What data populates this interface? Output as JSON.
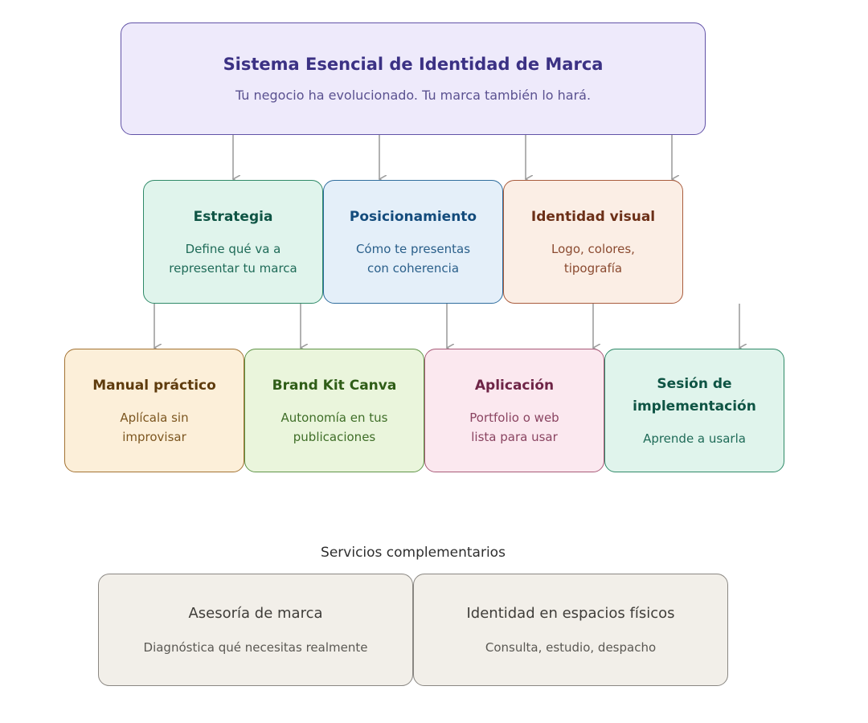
{
  "root": {
    "title": "Sistema Esencial de Identidad de Marca",
    "subtitle": "Tu negocio ha evolucionado. Tu marca también lo hará."
  },
  "pillars": {
    "estrategia": {
      "title": "Estrategia",
      "desc_1": "Define qué va a",
      "desc_2": "representar tu marca"
    },
    "posicionamiento": {
      "title": "Posicionamiento",
      "desc_1": "Cómo te presentas",
      "desc_2": "con coherencia"
    },
    "identidad": {
      "title": "Identidad visual",
      "desc_1": "Logo, colores,",
      "desc_2": "tipografía"
    }
  },
  "deliverables": {
    "manual": {
      "title": "Manual práctico",
      "desc_1": "Aplícala sin",
      "desc_2": "improvisar"
    },
    "brandkit": {
      "title": "Brand Kit Canva",
      "desc_1": "Autonomía en tus",
      "desc_2": "publicaciones"
    },
    "aplicacion": {
      "title": "Aplicación",
      "desc_1": "Portfolio o web",
      "desc_2": "lista para usar"
    },
    "sesion": {
      "title_1": "Sesión de",
      "title_2": "implementación",
      "desc": "Aprende a usarla"
    }
  },
  "complementary": {
    "label": "Servicios complementarios",
    "asesoria": {
      "title": "Asesoría de marca",
      "desc": "Diagnóstica qué necesitas realmente"
    },
    "espacios": {
      "title": "Identidad en espacios físicos",
      "desc": "Consulta, estudio, despacho"
    }
  },
  "colors": {
    "arrow": "#9e9e9e",
    "root_fill": "#eeeafb",
    "green_fill": "#e0f4ec",
    "blue_fill": "#e4eff9",
    "orange_fill": "#fbeee5",
    "yellow_fill": "#fcefd9",
    "lime_fill": "#eaf5dc",
    "pink_fill": "#fbe8ef",
    "gray_fill": "#f2efe9"
  }
}
